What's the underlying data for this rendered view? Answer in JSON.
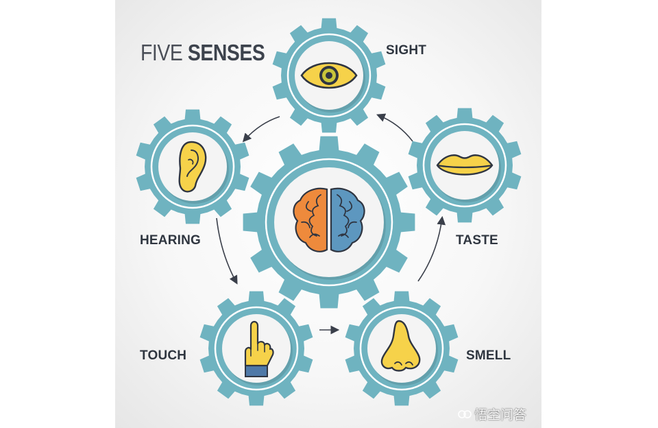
{
  "title": {
    "light": "FIVE",
    "bold": "SENSES"
  },
  "labels": {
    "sight": "SIGHT",
    "hearing": "HEARING",
    "taste": "TASTE",
    "touch": "TOUCH",
    "smell": "SMELL"
  },
  "watermark": "悟空问答",
  "colors": {
    "gear": "#6fb3c0",
    "gear_dark": "#5fa3b1",
    "icon_yellow": "#f6d24a",
    "outline": "#2f3541",
    "brain_left": "#ee8a3c",
    "brain_right": "#5d97bf",
    "arrow": "#3a3f4a"
  },
  "icons": [
    "brain-icon",
    "eye-icon",
    "ear-icon",
    "lips-icon",
    "hand-icon",
    "nose-icon"
  ]
}
